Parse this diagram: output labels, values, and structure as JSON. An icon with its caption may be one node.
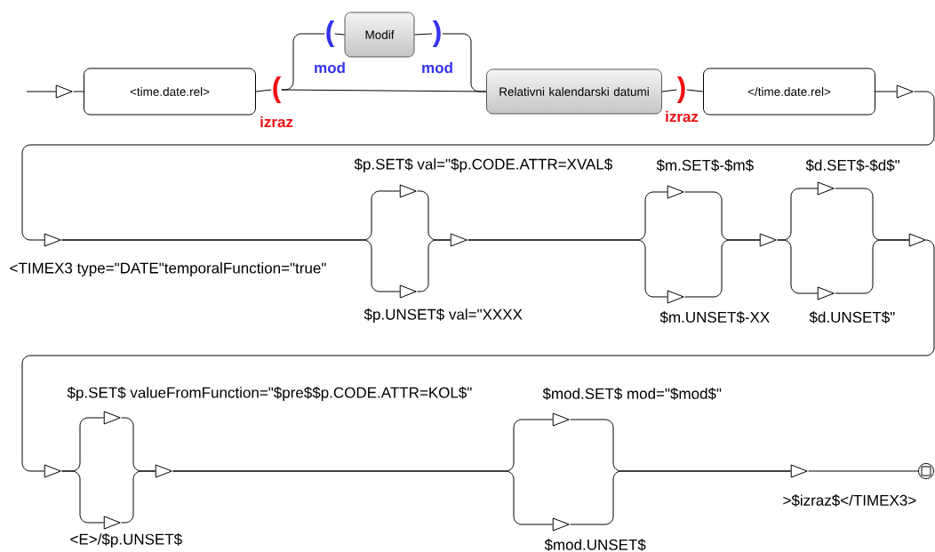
{
  "diagram": {
    "nodes": [
      {
        "text": [],
        "shape": "triangle"
      },
      {
        "text": [
          "<time.date.rel>"
        ]
      },
      {
        "text": [
          "(",
          "izraz"
        ]
      },
      {
        "text": [
          "(",
          "mod"
        ]
      },
      {
        "text": [
          "Modif"
        ]
      },
      {
        "text": [
          ")",
          "mod"
        ]
      },
      {
        "text": [
          "Relativni kalendarski datumi"
        ]
      },
      {
        "text": [
          ")",
          "izraz"
        ]
      },
      {
        "text": [
          "</time.date.rel>"
        ]
      },
      {
        "text": [],
        "shape": "triangle"
      },
      {
        "text": [],
        "shape": "triangle",
        "beside": [
          "<TIMEX3 type=\"DATE\"temporalFunction=\"true\""
        ]
      },
      {
        "text": [],
        "shape": "triangle",
        "beside": [
          "$p.SET$ val=\"$p.CODE.ATTR=XVAL$"
        ]
      },
      {
        "text": [],
        "shape": "triangle",
        "beside": [
          "$p.UNSET$ val=\"XXXX"
        ]
      },
      {
        "text": [],
        "shape": "triangle"
      },
      {
        "text": [],
        "shape": "triangle",
        "beside": [
          "$m.SET$-$m$"
        ]
      },
      {
        "text": [],
        "shape": "triangle",
        "beside": [
          "$m.UNSET$-XX"
        ]
      },
      {
        "text": [],
        "shape": "triangle"
      },
      {
        "text": [],
        "shape": "triangle",
        "beside": [
          "$d.SET$-$d$\""
        ]
      },
      {
        "text": [],
        "shape": "triangle",
        "beside": [
          "$d.UNSET$\""
        ]
      },
      {
        "text": [],
        "shape": "triangle"
      },
      {
        "text": [],
        "shape": "triangle"
      },
      {
        "text": [],
        "shape": "triangle",
        "beside": [
          "$p.SET$ valueFromFunction=\"$pre$$p.CODE.ATTR=KOL$\""
        ]
      },
      {
        "text": [],
        "shape": "triangle",
        "beside": [
          "<E>/$p.UNSET$"
        ]
      },
      {
        "text": [],
        "shape": "triangle"
      },
      {
        "text": [],
        "shape": "triangle",
        "beside": [
          "$mod.SET$ mod=\"$mod$\""
        ]
      },
      {
        "text": [],
        "shape": "triangle",
        "beside": [
          "$mod.UNSET$"
        ]
      },
      {
        "text": [],
        "shape": "triangle",
        "beside": [
          ">$izraz$</TIMEX3>"
        ]
      },
      {
        "text": [],
        "shape": "circle"
      }
    ],
    "edges": [
      {
        "from": null,
        "to": 0,
        "arrow": "none"
      },
      {
        "from": 0,
        "to": 1,
        "arrow": "none"
      },
      {
        "from": 1,
        "to": 2,
        "arrow": "none"
      },
      {
        "from": 2,
        "to": 3,
        "arrow": "none"
      },
      {
        "from": 3,
        "to": 4,
        "arrow": "none"
      },
      {
        "from": 4,
        "to": 5,
        "arrow": "none"
      },
      {
        "from": 5,
        "to": 6,
        "arrow": "none"
      },
      {
        "from": 2,
        "to": 6,
        "arrow": "none"
      },
      {
        "from": 6,
        "to": 7,
        "arrow": "none"
      },
      {
        "from": 7,
        "to": 8,
        "arrow": "none"
      },
      {
        "from": 8,
        "to": 9,
        "arrow": "none"
      },
      {
        "from": 9,
        "to": 10,
        "arrow": "none"
      },
      {
        "from": 10,
        "to": 11,
        "arrow": "none"
      },
      {
        "from": 10,
        "to": 12,
        "arrow": "none"
      },
      {
        "from": 11,
        "to": 13,
        "arrow": "none"
      },
      {
        "from": 12,
        "to": 13,
        "arrow": "none"
      },
      {
        "from": 13,
        "to": 14,
        "arrow": "none"
      },
      {
        "from": 13,
        "to": 15,
        "arrow": "none"
      },
      {
        "from": 14,
        "to": 16,
        "arrow": "none"
      },
      {
        "from": 15,
        "to": 16,
        "arrow": "none"
      },
      {
        "from": 16,
        "to": 17,
        "arrow": "none"
      },
      {
        "from": 16,
        "to": 18,
        "arrow": "none"
      },
      {
        "from": 17,
        "to": 19,
        "arrow": "none"
      },
      {
        "from": 18,
        "to": 19,
        "arrow": "none"
      },
      {
        "from": 19,
        "to": 20,
        "arrow": "none"
      },
      {
        "from": 20,
        "to": 21,
        "arrow": "none"
      },
      {
        "from": 20,
        "to": 22,
        "arrow": "none"
      },
      {
        "from": 21,
        "to": 23,
        "arrow": "none"
      },
      {
        "from": 22,
        "to": 23,
        "arrow": "none"
      },
      {
        "from": 23,
        "to": 24,
        "arrow": "none"
      },
      {
        "from": 23,
        "to": 25,
        "arrow": "none"
      },
      {
        "from": 24,
        "to": 26,
        "arrow": "none"
      },
      {
        "from": 25,
        "to": 26,
        "arrow": "none"
      },
      {
        "from": 26,
        "to": 27,
        "arrow": "none"
      }
    ]
  }
}
